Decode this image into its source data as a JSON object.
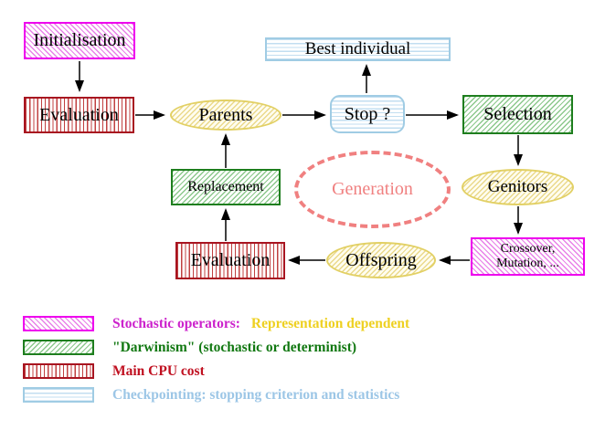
{
  "palette": {
    "magenta_border": "#ee00ee",
    "magenta_hatch": "#e882e8",
    "magenta_text": "#cc22cc",
    "gold_text": "#eed020",
    "green_border": "#1e7e1e",
    "green_hatch": "#8cc88c",
    "green_text": "#127812",
    "red_border": "#a81420",
    "red_stripe": "#c04040",
    "red_text": "#c01020",
    "blue_border": "#a0cce4",
    "blue_stripe": "#c2def0",
    "blue_text": "#9cc6e6",
    "yellow_border": "#e2d064",
    "yellow_hatch": "#ead98c",
    "salmon": "#f08080",
    "arrow": "#000000"
  },
  "diagram": {
    "nodes": {
      "initialisation": {
        "label": "Initialisation",
        "style": "stochastic-operator"
      },
      "evaluation_top": {
        "label": "Evaluation",
        "style": "main-cpu-cost"
      },
      "parents": {
        "label": "Parents",
        "style": "population"
      },
      "best_individual": {
        "label": "Best individual",
        "style": "checkpointing"
      },
      "stop": {
        "label": "Stop ?",
        "style": "checkpointing"
      },
      "selection": {
        "label": "Selection",
        "style": "darwinism"
      },
      "replacement": {
        "label": "Replacement",
        "style": "darwinism"
      },
      "generation": {
        "label": "Generation",
        "style": "cycle-annotation"
      },
      "genitors": {
        "label": "Genitors",
        "style": "population"
      },
      "crossover_mutation": {
        "line1": "Crossover,",
        "line2": "Mutation, ...",
        "style": "stochastic-operator"
      },
      "offspring": {
        "label": "Offspring",
        "style": "population"
      },
      "evaluation_bottom": {
        "label": "Evaluation",
        "style": "main-cpu-cost"
      }
    },
    "edges": [
      {
        "from": "initialisation",
        "to": "evaluation_top"
      },
      {
        "from": "evaluation_top",
        "to": "parents"
      },
      {
        "from": "parents",
        "to": "stop"
      },
      {
        "from": "stop",
        "to": "best_individual"
      },
      {
        "from": "stop",
        "to": "selection"
      },
      {
        "from": "selection",
        "to": "genitors"
      },
      {
        "from": "genitors",
        "to": "crossover_mutation"
      },
      {
        "from": "crossover_mutation",
        "to": "offspring"
      },
      {
        "from": "offspring",
        "to": "evaluation_bottom"
      },
      {
        "from": "evaluation_bottom",
        "to": "replacement"
      },
      {
        "from": "replacement",
        "to": "parents"
      }
    ]
  },
  "legend": {
    "items": [
      {
        "swatch": "magenta-hatch",
        "label": "Stochastic operators:",
        "label2": "Representation dependent"
      },
      {
        "swatch": "green-hatch",
        "label": "\"Darwinism\" (stochastic or determinist)"
      },
      {
        "swatch": "red-vertical-stripes",
        "label": "Main CPU cost"
      },
      {
        "swatch": "blue-horizontal-stripes",
        "label": "Checkpointing: stopping criterion and statistics"
      }
    ]
  }
}
